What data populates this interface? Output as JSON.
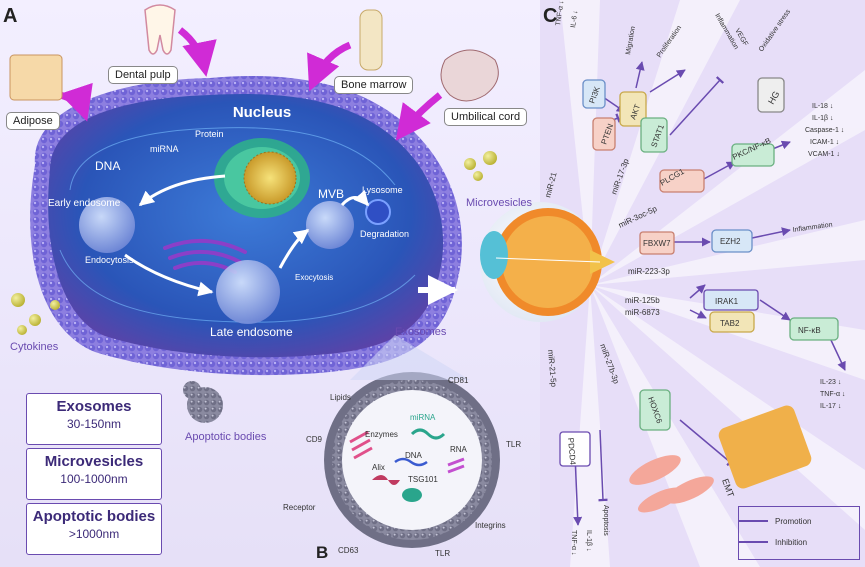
{
  "panels": {
    "a": "A",
    "b": "B",
    "c": "C"
  },
  "sources": {
    "adipose": "Adipose",
    "dental": "Dental pulp",
    "bone": "Bone marrow",
    "cord": "Umbilical cord"
  },
  "cell": {
    "nucleus": "Nucleus",
    "protein": "Protein",
    "mirna": "miRNA",
    "dna": "DNA",
    "early_endosome": "Early endosome",
    "endocytosis": "Endocytosis",
    "late_endosome": "Late endosome",
    "mvb": "MVB",
    "lysosome": "Lysosome",
    "degradation": "Degradation",
    "exocytosis": "Exocytosis",
    "cytokines": "Cytokines",
    "apoptotic_bodies": "Apoptotic bodies",
    "microvesicles": "Microvesicles",
    "exosomes": "Exosomes"
  },
  "size_boxes": [
    {
      "title": "Exosomes",
      "range": "30-150nm"
    },
    {
      "title": "Microvesicles",
      "range": "100-1000nm"
    },
    {
      "title": "Apoptotic bodies",
      "range": ">1000nm"
    }
  ],
  "exosome": {
    "lipids": "Lipids",
    "cd81": "CD81",
    "cd9": "CD9",
    "mirna": "miRNA",
    "enzymes": "Enzymes",
    "rna": "RNA",
    "dna": "DNA",
    "alix": "Alix",
    "tsg101": "TSG101",
    "tlr_r": "TLR",
    "receptor": "Receptor",
    "integrins": "Integrins",
    "cd63": "CD63",
    "tlr_b": "TLR"
  },
  "pathway": {
    "tnf": "TNF-α ↓",
    "il6": "IL-6 ↓",
    "migration": "Migration",
    "proliferation": "Proliferation",
    "inflammation_top": "Inflammation",
    "vegf": "VEGF",
    "oxidative": "Oxidative stress",
    "pi3k": "PI3K",
    "akt": "AKT",
    "pten": "PTEN",
    "hg": "HG",
    "stat1": "STAT1",
    "mir21": "miR-21",
    "mir17": "miR-17-3p",
    "plcg1": "PLCG1",
    "pkc": "PKC/NF-κB",
    "mir30c": "miR-3oc-5p",
    "ilist": [
      "IL-18 ↓",
      "IL-1β ↓",
      "Caspase-1 ↓",
      "ICAM-1 ↓",
      "VCAM-1 ↓"
    ],
    "fbxw7": "FBXW7",
    "ezh2": "EZH2",
    "inflammation_mid": "Inflammation",
    "mir223": "miR-223-3p",
    "irak1": "IRAK1",
    "tab2": "TAB2",
    "nfkb": "NF-κB",
    "mir125": "miR-125b",
    "mir6873": "miR-6873",
    "il23": "IL-23 ↓",
    "tnf2": "TNF-α ↓",
    "il17": "IL-17 ↓",
    "mir27": "miR-27b-3p",
    "hoxc6": "HOXC6",
    "emt": "EMT",
    "mir21b": "miR-21-5p",
    "pdcd4": "PDCD4",
    "apoptosis": "Apoptosis",
    "il1b": "IL-1β ↓",
    "tnf3": "TNF-α ↓"
  },
  "legend": {
    "promotion": "Promotion",
    "inhibition": "Inhibition"
  }
}
